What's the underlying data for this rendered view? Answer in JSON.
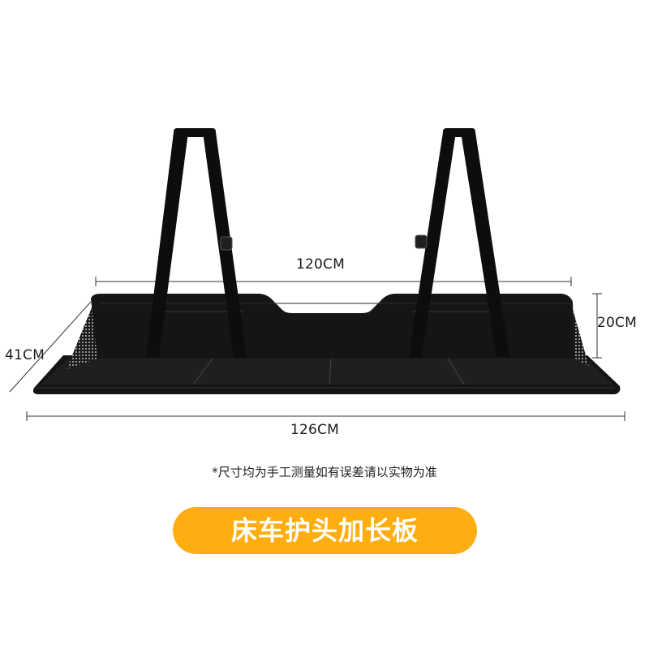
{
  "dimensions": {
    "length_top": "120CM",
    "height": "20CM",
    "depth": "41CM",
    "length_bottom": "126CM"
  },
  "note": "*尺寸均为手工测量如有误差请以实物为准",
  "title": "床车护头加长板",
  "colors": {
    "accent": "#ffae12",
    "product": "#111111",
    "text": "#1b1b1b"
  }
}
